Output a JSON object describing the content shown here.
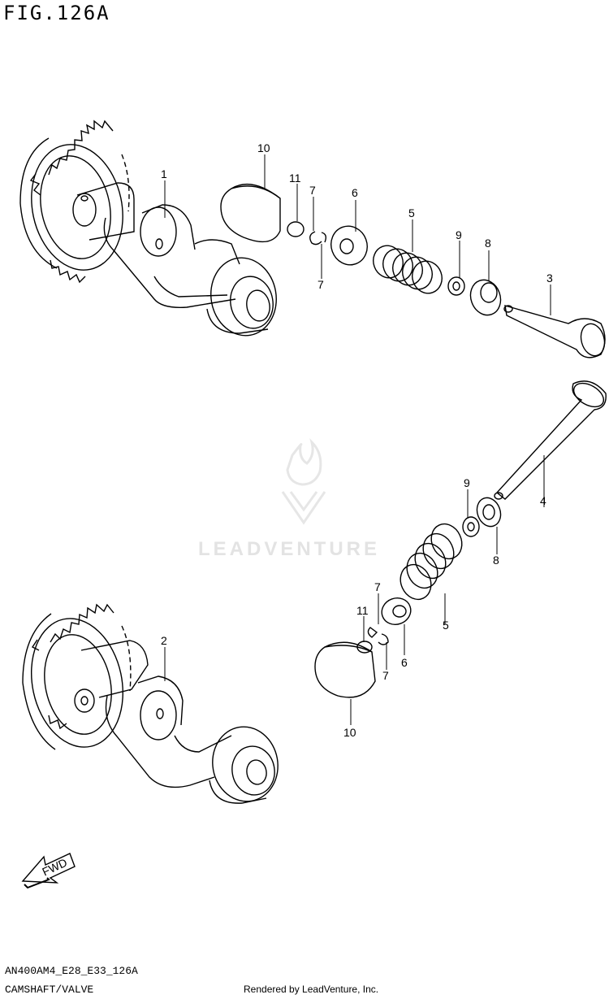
{
  "figure": {
    "title": "FIG.126A",
    "model_code": "AN400AM4_E28_E33_126A",
    "caption": "CAMSHAFT/VALVE",
    "rendered_by": "Rendered by LeadVenture, Inc.",
    "watermark": "LEADVENTURE"
  },
  "callouts": [
    "1",
    "2",
    "3",
    "4",
    "5",
    "5",
    "6",
    "6",
    "7",
    "7",
    "7",
    "7",
    "8",
    "8",
    "9",
    "9",
    "10",
    "10",
    "11",
    "11"
  ],
  "fwd_label": "FWD"
}
